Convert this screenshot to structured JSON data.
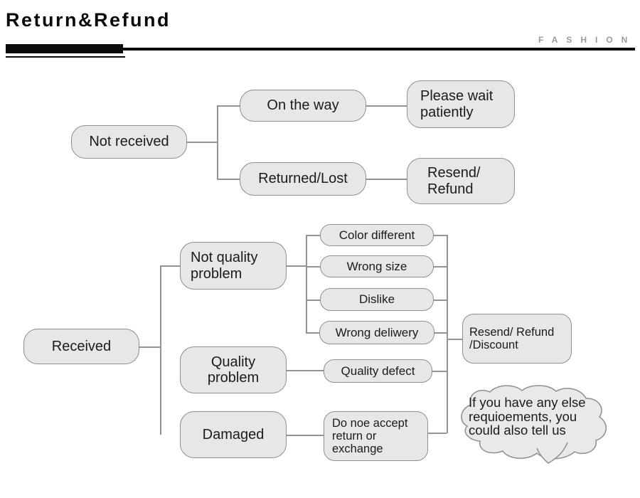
{
  "header": {
    "title": "Return&Refund",
    "brand": "FASHION"
  },
  "flowchart": {
    "nodes": {
      "not_received": "Not received",
      "on_the_way": "On the way",
      "please_wait": "Please wait\npatiently",
      "returned_lost": "Returned/Lost",
      "resend_refund": "Resend/\nRefund",
      "received": "Received",
      "not_quality_problem": "Not quality\nproblem",
      "color_different": "Color different",
      "wrong_size": "Wrong size",
      "dislike": "Dislike",
      "wrong_delivery": "Wrong deliwery",
      "resend_refund_discount": "Resend/ Refund\n/Discount",
      "quality_problem": "Quality\nproblem",
      "quality_defect": "Quality defect",
      "damaged": "Damaged",
      "do_not_accept": "Do noe accept\nreturn or\nexchange"
    }
  },
  "bubble": {
    "text": "If you have any else\nrequioements, you\ncould also tell us"
  },
  "colors": {
    "title": "#0a0a0a",
    "brand_gray": "#9b9b9b",
    "node_fill": "#e7e7e7",
    "node_border": "#8f8f8f",
    "connector": "#949494",
    "text": "#1b1b1b"
  }
}
